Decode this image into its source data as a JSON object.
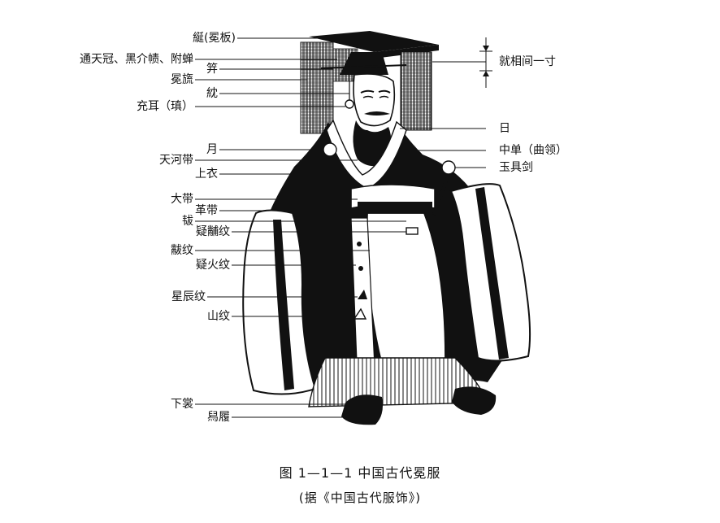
{
  "labels": {
    "yan_board": "綖(冕板)",
    "tongtian_guan": "通天冠、黑介帻、附蝉",
    "ji": "笄",
    "mian_liu": "冕旒",
    "dan": "紞",
    "chong_er": "充耳（瑱）",
    "yue": "月",
    "tianhe_dai": "天河带",
    "shang_yi": "上衣",
    "da_dai": "大带",
    "ge_dai": "革带",
    "fu": "韨",
    "fu_fu_wen": "疑黼纹",
    "fu_wen": "黻纹",
    "huo_wen": "疑火纹",
    "xingchen_wen": "星辰纹",
    "shan_wen": "山纹",
    "xia_chang": "下裳",
    "xi_lu": "舄履",
    "jiu_spacing": "就相间一寸",
    "ri": "日",
    "zhong_dan": "中单（曲领）",
    "yuju_jian": "玉具剑"
  },
  "caption": {
    "title": "图 1—1—1   中国古代冕服",
    "source": "(据《中国古代服饰》)"
  }
}
